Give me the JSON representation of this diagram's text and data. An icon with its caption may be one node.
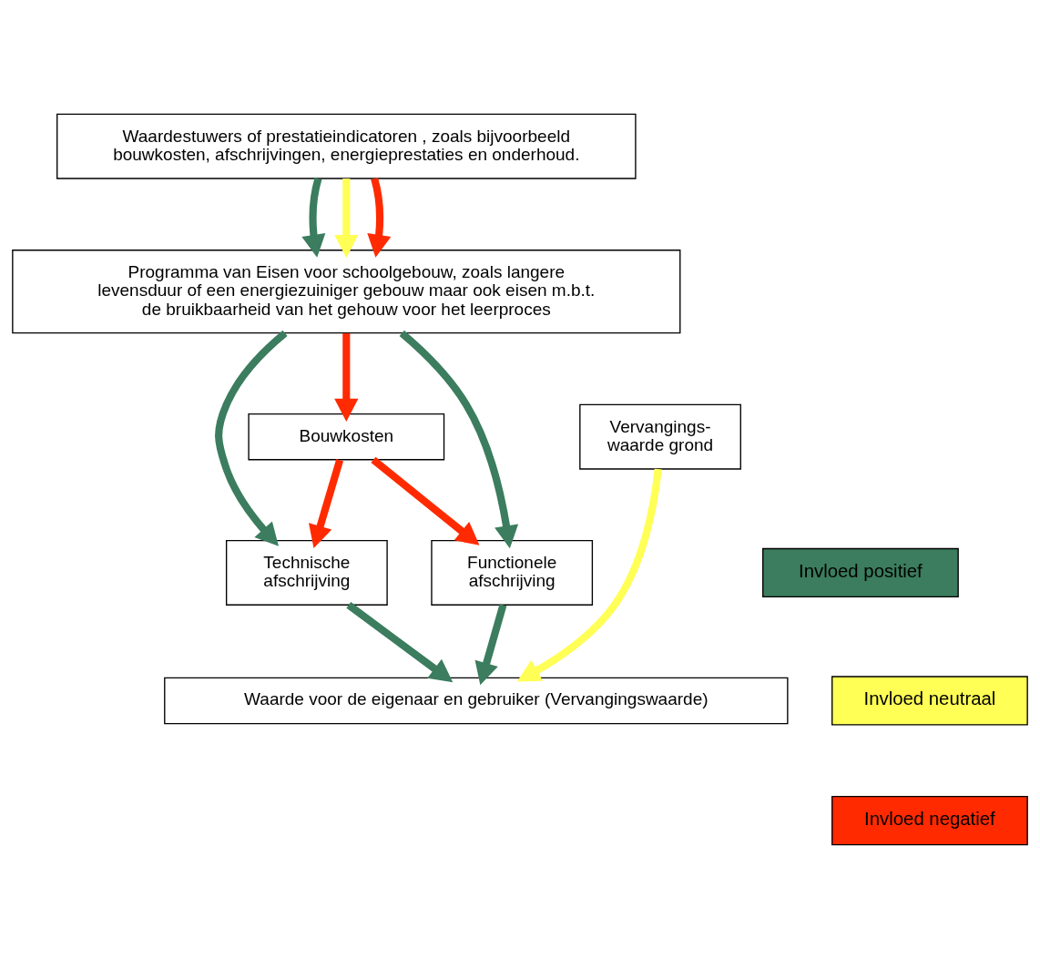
{
  "diagram": {
    "nodes": [
      {
        "text": [
          "Waardestuwers of prestatieindicatoren , zoals bijvoorbeeld bouwkosten, afschrijvingen, energieprestaties en onderhoud."
        ]
      },
      {
        "text": [
          "Programma van Eisen voor schoolgebouw, zoals langere levensduur of een energiezuiniger gebouw maar ook eisen m.b.t. de bruikbaarheid van het gehouw voor het leerproces"
        ]
      },
      {
        "text": [
          "Vervangings- waarde grond"
        ]
      },
      {
        "text": [
          "Bouwkosten"
        ]
      },
      {
        "text": [
          "Technische afschrijving"
        ]
      },
      {
        "text": [
          "Functionele afschrijving"
        ]
      },
      {
        "text": [
          "Waarde voor de eigenaar en gebruiker (Vervangingswaarde)"
        ]
      }
    ],
    "edges": [
      {
        "from": 0,
        "to": 1,
        "arrow": "to",
        "color": "#3b7d5e"
      },
      {
        "from": 0,
        "to": 1,
        "arrow": "to",
        "color": "#ffff55"
      },
      {
        "from": 0,
        "to": 1,
        "arrow": "to",
        "color": "#ff2a00"
      },
      {
        "from": 1,
        "to": 4,
        "arrow": "to",
        "color": "#3b7d5e"
      },
      {
        "from": 1,
        "to": 3,
        "arrow": "to",
        "color": "#ff2a00"
      },
      {
        "from": 1,
        "to": 5,
        "arrow": "to",
        "color": "#3b7d5e"
      },
      {
        "from": 3,
        "to": 4,
        "arrow": "to",
        "color": "#ff2a00"
      },
      {
        "from": 3,
        "to": 5,
        "arrow": "to",
        "color": "#ff2a00"
      },
      {
        "from": 2,
        "to": 6,
        "arrow": "to",
        "color": "#ffff55"
      },
      {
        "from": 4,
        "to": 6,
        "arrow": "to",
        "color": "#3b7d5e"
      },
      {
        "from": 5,
        "to": 6,
        "arrow": "to",
        "color": "#3b7d5e"
      }
    ],
    "legend": [
      {
        "text": "Invloed positief",
        "color": "#3b7d5e"
      },
      {
        "text": "Invloed neutraal",
        "color": "#ffff55"
      },
      {
        "text": "Invloed negatief",
        "color": "#ff2a00"
      }
    ]
  }
}
